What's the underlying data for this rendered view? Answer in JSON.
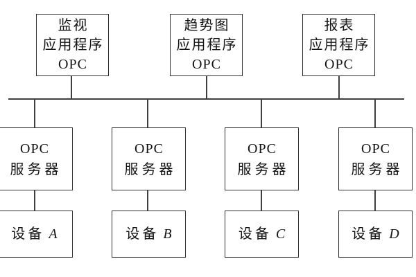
{
  "colors": {
    "line": "#3f3f3f",
    "border": "#2e2e2e",
    "text": "#141414",
    "background": "#ffffff"
  },
  "apps": [
    {
      "line1": "监视",
      "line2": "应用程序",
      "line3": "OPC"
    },
    {
      "line1": "趋势图",
      "line2": "应用程序",
      "line3": "OPC"
    },
    {
      "line1": "报表",
      "line2": "应用程序",
      "line3": "OPC"
    }
  ],
  "servers": [
    {
      "line1": "OPC",
      "line2": "服务器"
    },
    {
      "line1": "OPC",
      "line2": "服务器"
    },
    {
      "line1": "OPC",
      "line2": "服务器"
    },
    {
      "line1": "OPC",
      "line2": "服务器"
    }
  ],
  "devices": [
    {
      "prefix": "设备",
      "letter": "A"
    },
    {
      "prefix": "设备",
      "letter": "B"
    },
    {
      "prefix": "设备",
      "letter": "C"
    },
    {
      "prefix": "设备",
      "letter": "D"
    }
  ]
}
